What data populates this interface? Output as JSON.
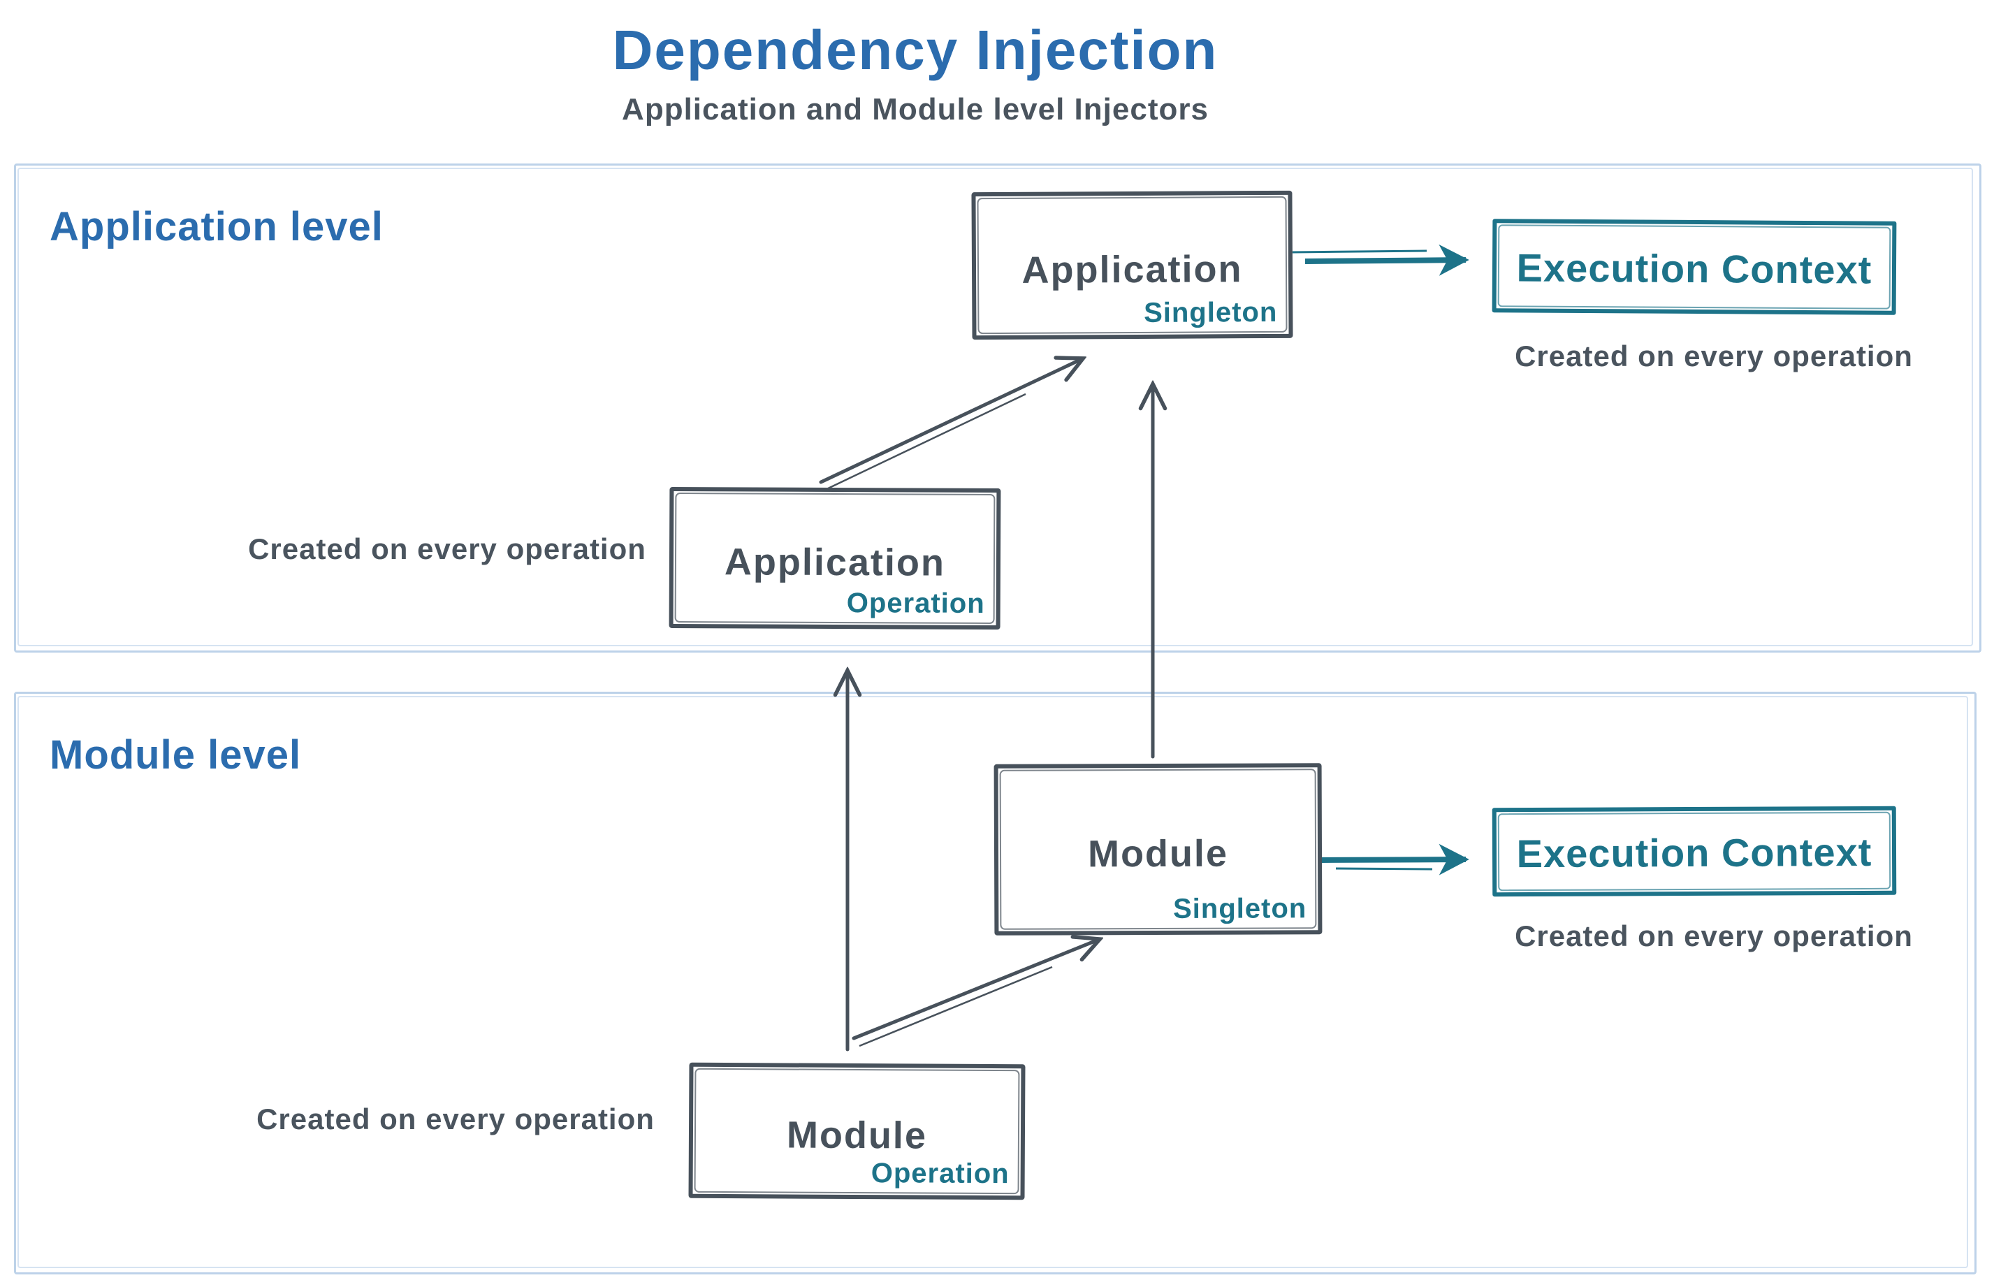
{
  "title": "Dependency Injection",
  "subtitle": "Application and Module level Injectors",
  "colors": {
    "accent_blue": "#2b6cae",
    "accent_teal": "#1d7389",
    "ink_dark": "#47515b",
    "container_border": "#bdd2e9",
    "background": "#ffffff"
  },
  "application_level": {
    "label": "Application level",
    "singleton_box": {
      "name": "Application",
      "scope": "Singleton"
    },
    "operation_box": {
      "name": "Application",
      "scope": "Operation"
    },
    "operation_caption": "Created on every operation",
    "execution_context": {
      "label": "Execution Context",
      "caption": "Created on every operation"
    }
  },
  "module_level": {
    "label": "Module level",
    "singleton_box": {
      "name": "Module",
      "scope": "Singleton"
    },
    "operation_box": {
      "name": "Module",
      "scope": "Operation"
    },
    "operation_caption": "Created on every operation",
    "execution_context": {
      "label": "Execution Context",
      "caption": "Created on every operation"
    }
  }
}
